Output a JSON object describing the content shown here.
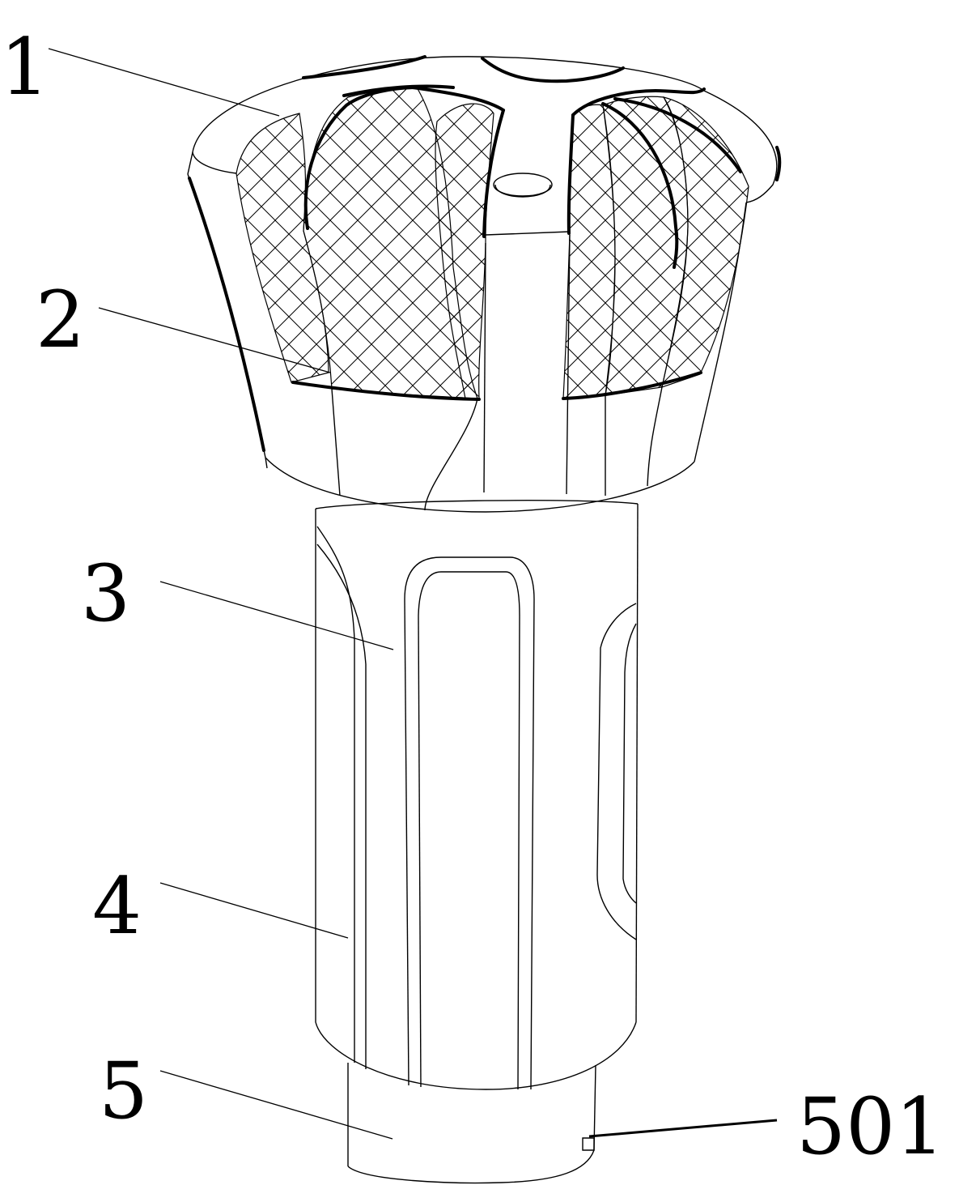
{
  "labels": {
    "part1": "1",
    "part2": "2",
    "part3": "3",
    "part4": "4",
    "part5": "5",
    "part501": "501"
  },
  "colors": {
    "line": "#000000",
    "background": "#ffffff"
  }
}
